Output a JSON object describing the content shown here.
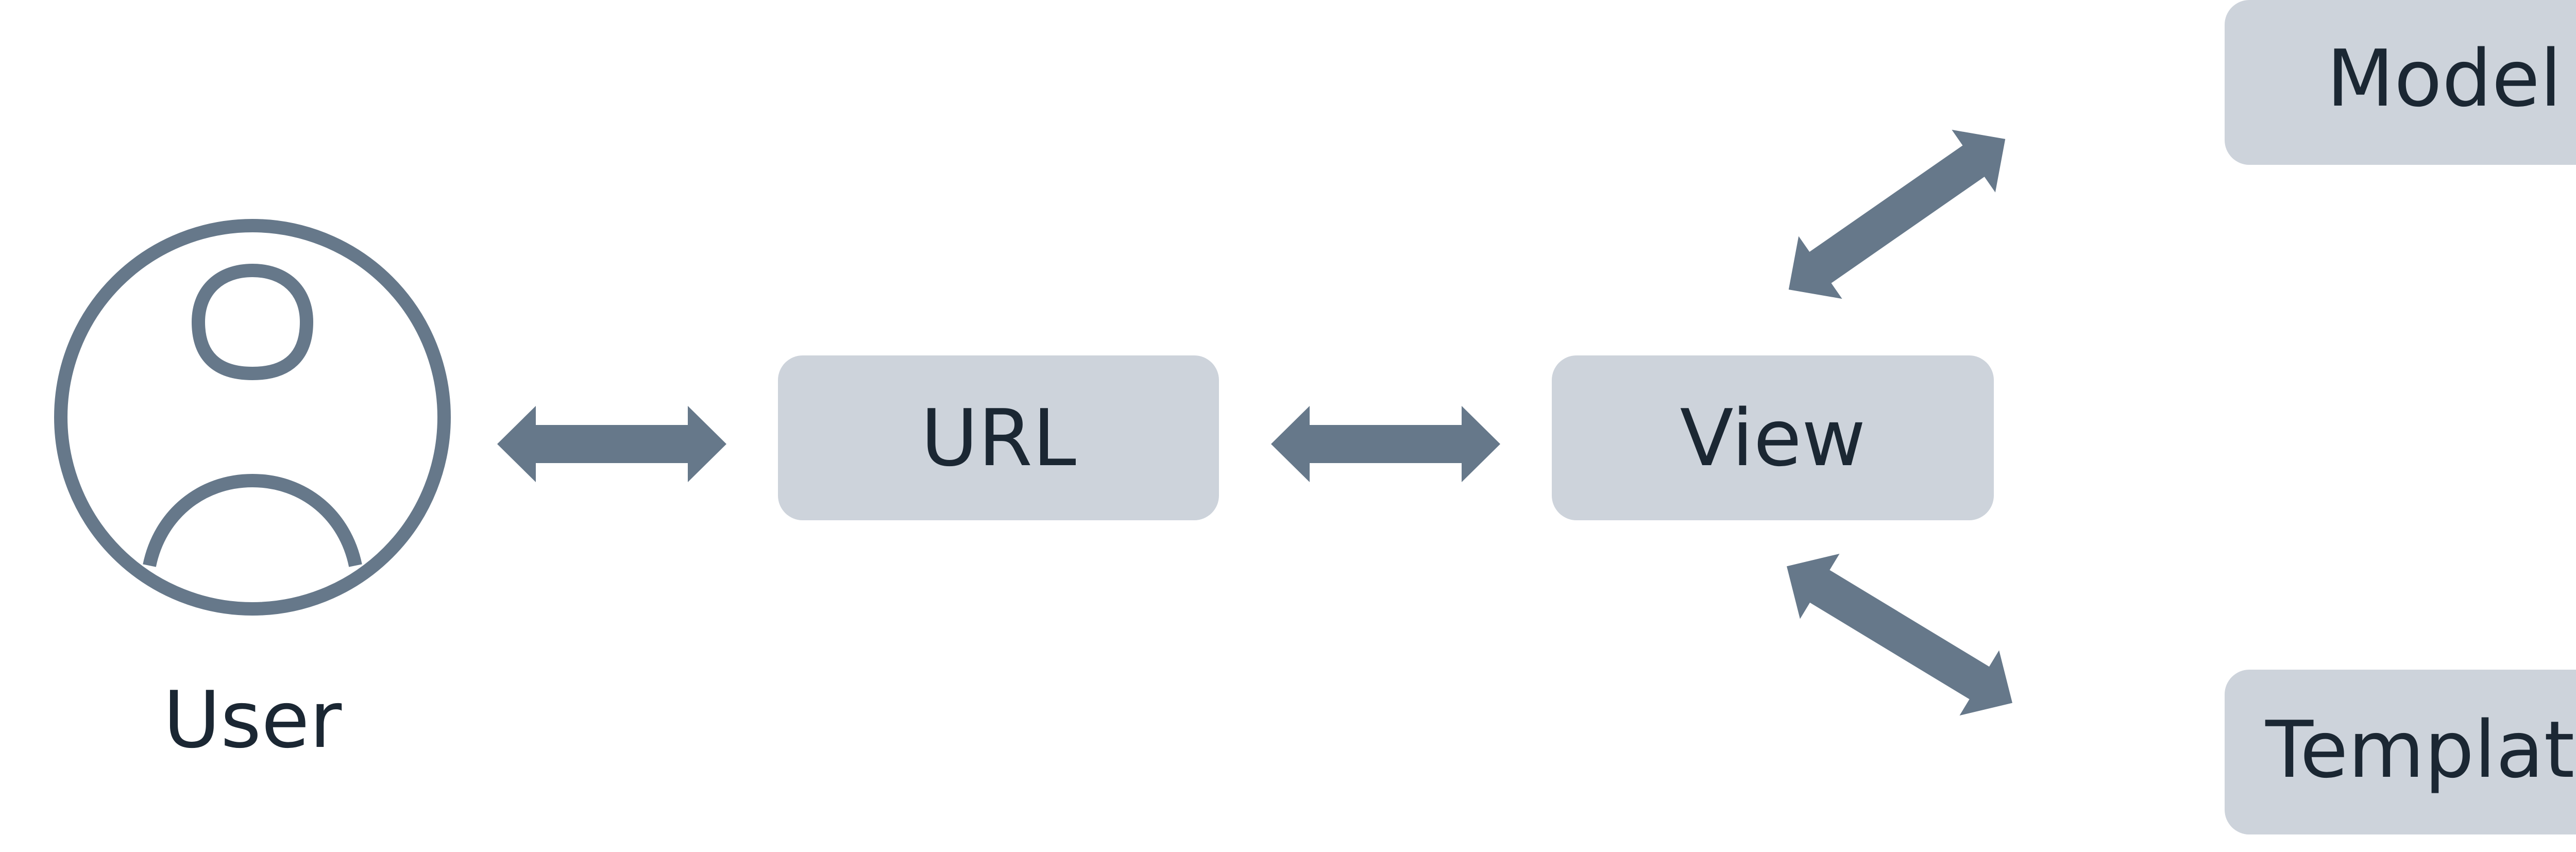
{
  "diagram": {
    "nodes": {
      "user": {
        "label": "User"
      },
      "url": {
        "label": "URL"
      },
      "view": {
        "label": "View"
      },
      "model": {
        "label": "Model"
      },
      "template": {
        "label": "Template"
      }
    },
    "edges": [
      {
        "from": "user",
        "to": "url",
        "direction": "bidirectional"
      },
      {
        "from": "url",
        "to": "view",
        "direction": "bidirectional"
      },
      {
        "from": "view",
        "to": "model",
        "direction": "bidirectional"
      },
      {
        "from": "view",
        "to": "template",
        "direction": "bidirectional"
      }
    ],
    "colors": {
      "box_fill": "#cdd3db",
      "arrow": "#66788a",
      "text": "#1b2733",
      "icon_stroke": "#66788a",
      "background": "#ffffff"
    }
  }
}
